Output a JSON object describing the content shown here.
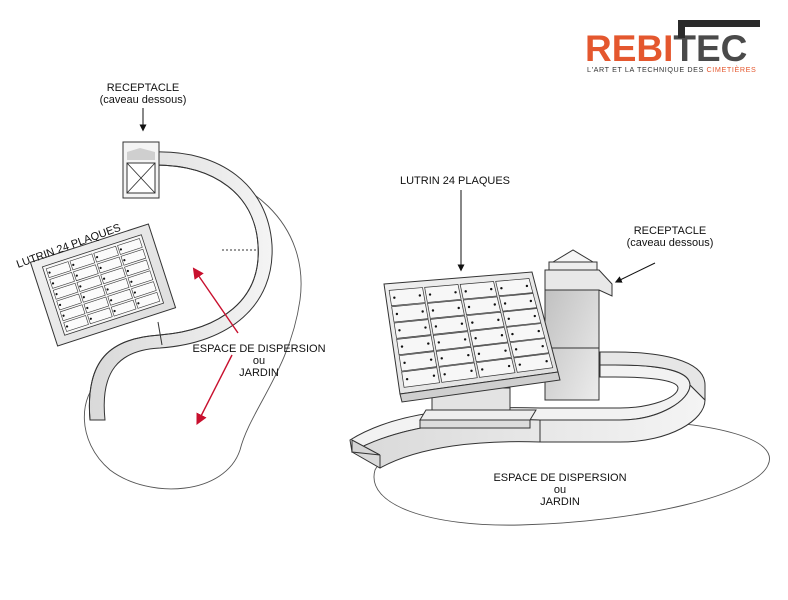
{
  "logo": {
    "word_part1": "REBI",
    "word_part2": "TEC",
    "tagline_part1": "L'ART ET LA TECHNIQUE DES ",
    "tagline_part2": "CIMETIÈRES",
    "colors": {
      "orange": "#E4572E",
      "dark": "#4a4a4a"
    }
  },
  "plan_view": {
    "receptacle_title": "RECEPTACLE",
    "receptacle_subtitle": "(caveau dessous)",
    "lutrin_label": "LUTRIN 24 PLAQUES",
    "dispersion_line1": "ESPACE DE DISPERSION",
    "dispersion_line2": "ou",
    "dispersion_line3": "JARDIN",
    "arrow_color": "#C8102E"
  },
  "perspective_view": {
    "lutrin_label": "LUTRIN 24 PLAQUES",
    "receptacle_title": "RECEPTACLE",
    "receptacle_subtitle": "(caveau dessous)",
    "dispersion_line1": "ESPACE DE DISPERSION",
    "dispersion_line2": "ou",
    "dispersion_line3": "JARDIN"
  }
}
